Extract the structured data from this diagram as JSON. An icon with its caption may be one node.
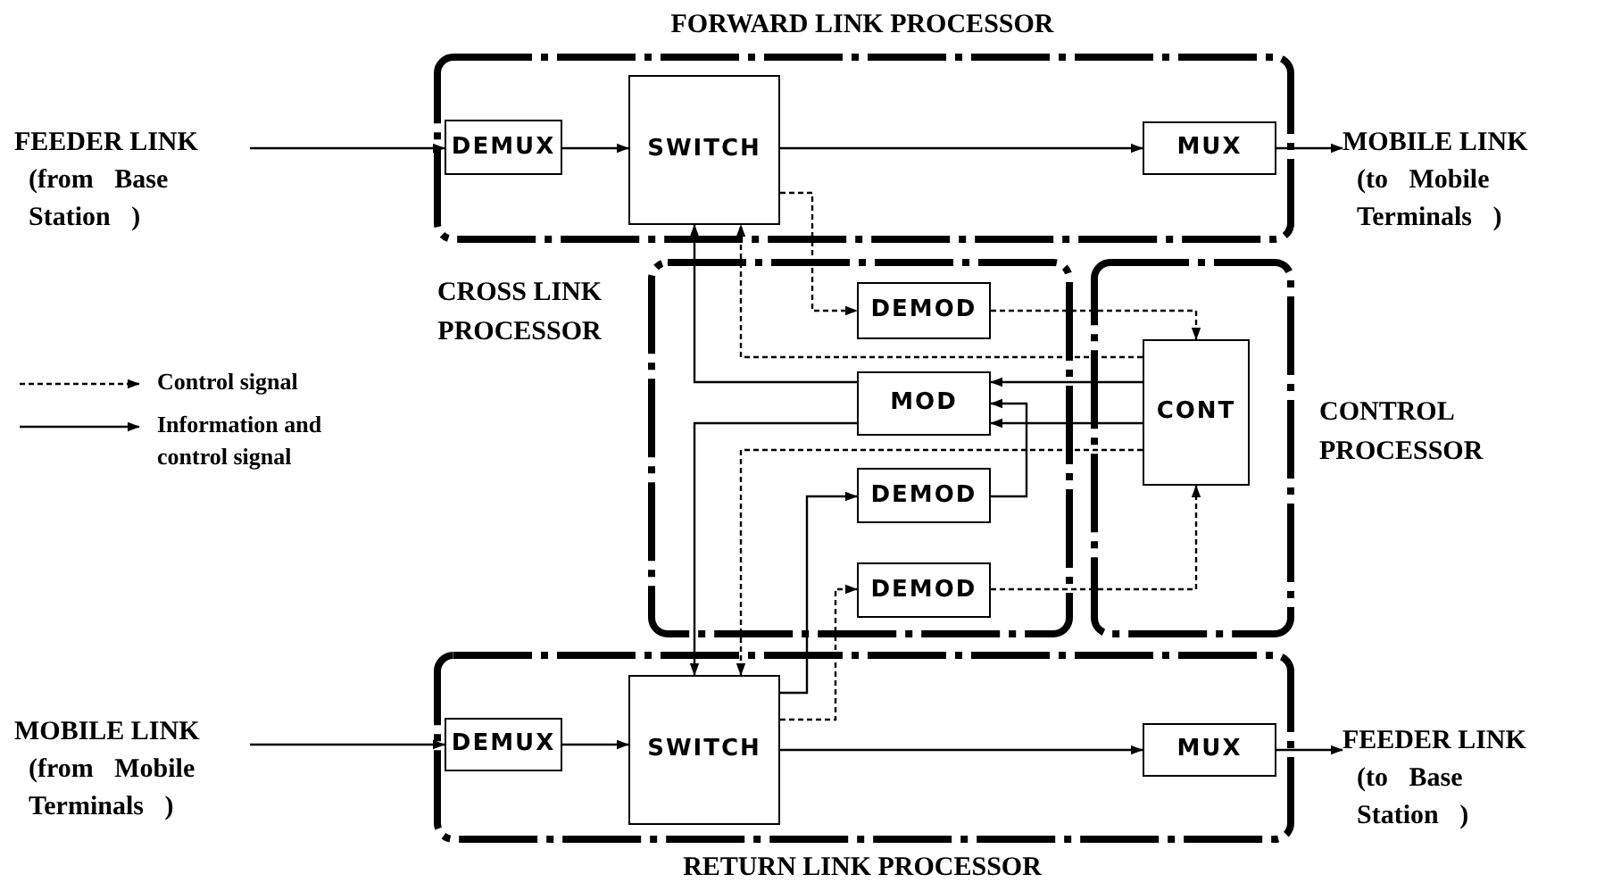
{
  "diagram": {
    "nodes": [
      {
        "text": [
          "FORWARD LINK PROCESSOR"
        ]
      },
      {
        "text": [
          "DEMUX"
        ],
        "in": 0
      },
      {
        "text": [
          "SWITCH"
        ],
        "in": 0
      },
      {
        "text": [
          "MUX"
        ],
        "in": 0
      },
      {
        "text": [
          "CROSS LINK PROCESSOR"
        ]
      },
      {
        "text": [
          "DEMOD"
        ],
        "in": 4
      },
      {
        "text": [
          "MOD"
        ],
        "in": 4
      },
      {
        "text": [
          "DEMOD"
        ],
        "in": 4
      },
      {
        "text": [
          "DEMOD"
        ],
        "in": 4
      },
      {
        "text": [
          "CONTROL PROCESSOR"
        ]
      },
      {
        "text": [
          "CONT"
        ],
        "in": 9
      },
      {
        "text": [
          "RETURN LINK PROCESSOR"
        ]
      },
      {
        "text": [
          "DEMUX"
        ],
        "in": 11
      },
      {
        "text": [
          "SWITCH"
        ],
        "in": 11
      },
      {
        "text": [
          "MUX"
        ],
        "in": 11
      },
      {
        "text": [
          "FEEDER LINK",
          "(from Base Station )"
        ]
      },
      {
        "text": [
          "MOBILE LINK",
          "(to Mobile Terminals )"
        ]
      },
      {
        "text": [
          "MOBILE LINK",
          "(from Mobile Terminals )"
        ]
      },
      {
        "text": [
          "FEEDER LINK",
          "(to Base Station )"
        ]
      }
    ],
    "edges": [
      {
        "from": 15,
        "to": 1,
        "arrow": "to"
      },
      {
        "from": 1,
        "to": 2,
        "arrow": "to"
      },
      {
        "from": 2,
        "to": 3,
        "arrow": "to"
      },
      {
        "from": 3,
        "to": 16,
        "arrow": "to"
      },
      {
        "from": 2,
        "to": 5,
        "arrow": "to",
        "style": "dashed"
      },
      {
        "from": 5,
        "to": 10,
        "arrow": "to",
        "style": "dashed"
      },
      {
        "from": 10,
        "to": 2,
        "arrow": "to",
        "style": "dashed"
      },
      {
        "from": 6,
        "to": 2,
        "arrow": "to"
      },
      {
        "from": 10,
        "to": 6,
        "arrow": "to"
      },
      {
        "from": 7,
        "to": 6,
        "arrow": "to"
      },
      {
        "from": 10,
        "to": 6,
        "arrow": "to"
      },
      {
        "from": 6,
        "to": 13,
        "arrow": "to"
      },
      {
        "from": 10,
        "to": 13,
        "arrow": "to",
        "style": "dashed"
      },
      {
        "from": 13,
        "to": 7,
        "arrow": "to"
      },
      {
        "from": 13,
        "to": 8,
        "arrow": "to",
        "style": "dashed"
      },
      {
        "from": 8,
        "to": 10,
        "arrow": "to",
        "style": "dashed"
      },
      {
        "from": 17,
        "to": 12,
        "arrow": "to"
      },
      {
        "from": 12,
        "to": 13,
        "arrow": "to"
      },
      {
        "from": 13,
        "to": 14,
        "arrow": "to"
      },
      {
        "from": 14,
        "to": 18,
        "arrow": "to"
      }
    ],
    "legend": [
      {
        "text": "Control signal"
      },
      {
        "text": "Information and control signal"
      }
    ]
  }
}
